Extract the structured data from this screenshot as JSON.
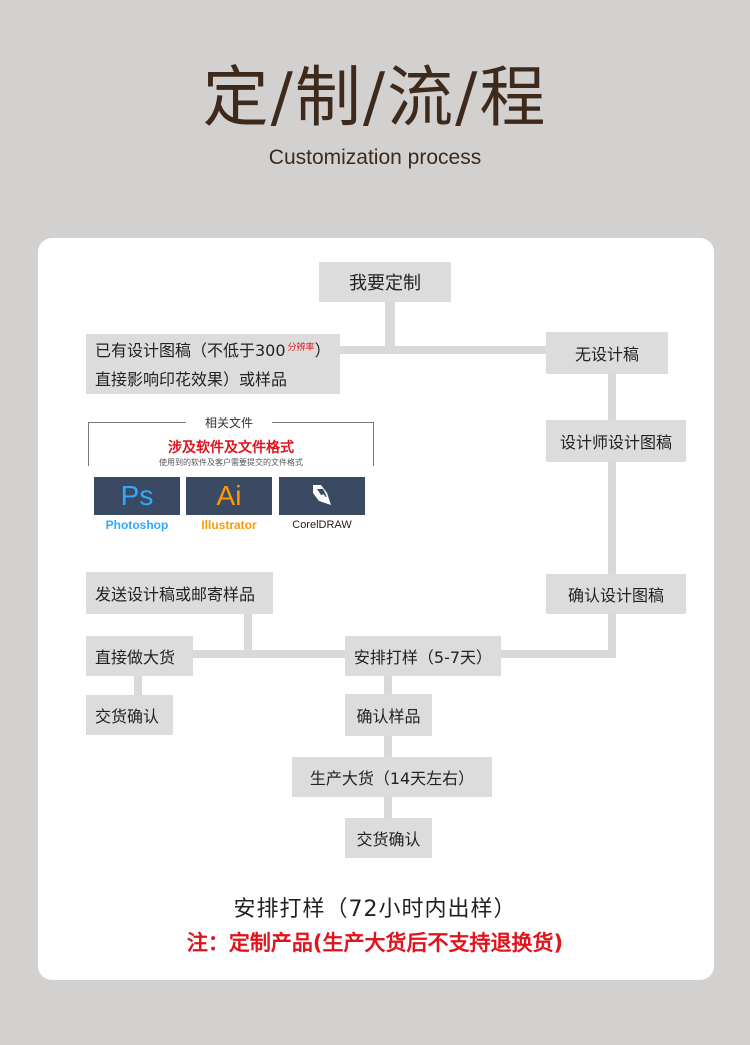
{
  "header": {
    "title": "定/制/流/程",
    "subtitle": "Customization process"
  },
  "flow": {
    "start": "我要定制",
    "has_design_line1": "已有设计图稿（不低于300",
    "has_design_res": "分辨率",
    "has_design_paren": "）",
    "has_design_line2": "直接影响印花效果）或样品",
    "no_design": "无设计稿",
    "designer": "设计师设计图稿",
    "confirm_design": "确认设计图稿",
    "send_design": "发送设计稿或邮寄样品",
    "direct_bulk": "直接做大货",
    "deliver_left": "交货确认",
    "arrange_sample": "安排打样（5-7天）",
    "confirm_sample": "确认样品",
    "mass_production": "生产大货（14天左右）",
    "deliver_center": "交货确认"
  },
  "files": {
    "title": "相关文件",
    "red": "涉及软件及文件格式",
    "note": "使用到的软件及客户需要提交的文件格式",
    "software": [
      {
        "icon_text": "Ps",
        "name": "Photoshop",
        "color": "#31a8ff"
      },
      {
        "icon_text": "Ai",
        "name": "Illustrator",
        "color": "#ff9a00"
      },
      {
        "icon_text": "",
        "name": "CorelDRAW",
        "color": "#222222"
      }
    ]
  },
  "footer": {
    "line1": "安排打样（72小时内出样）",
    "line2": "注：定制产品(生产大货后不支持退换货)"
  }
}
